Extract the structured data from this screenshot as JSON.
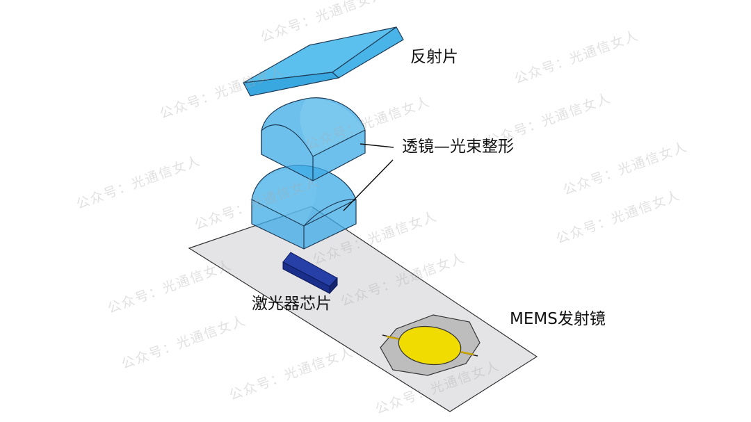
{
  "labels": {
    "reflector": "反射片",
    "lens": "透镜—光束整形",
    "laser_chip": "激光器芯片",
    "mems": "MEMS发射镜"
  },
  "watermark": "公众号：光通信女人",
  "colors": {
    "lens_blue": "#4cb8ea",
    "chip_navy": "#1a2f8c",
    "plate_gray": "#e4e4e6",
    "mems_gray": "#bdbdbd",
    "mirror_yellow": "#f0dc00"
  }
}
